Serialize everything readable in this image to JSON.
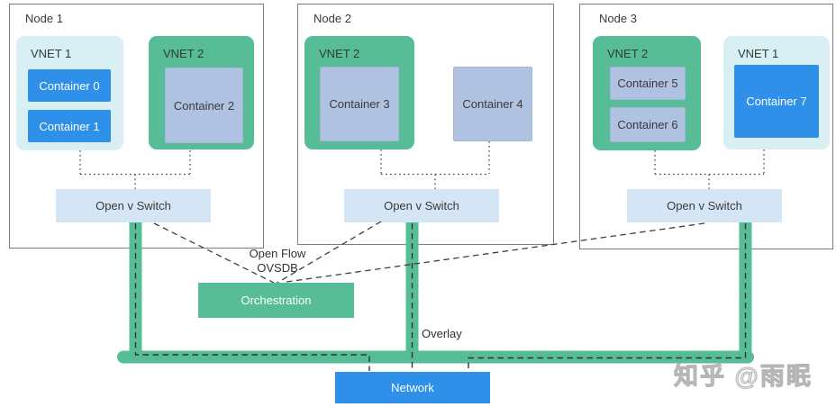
{
  "nodes": [
    {
      "label": "Node 1",
      "vnets": [
        {
          "name": "VNET 1",
          "containers": [
            "Container 0",
            "Container 1"
          ]
        },
        {
          "name": "VNET 2",
          "containers": [
            "Container 2"
          ]
        }
      ],
      "switch_label": "Open v Switch"
    },
    {
      "label": "Node 2",
      "vnets": [
        {
          "name": "VNET 2",
          "containers": [
            "Container 3"
          ]
        }
      ],
      "loose_containers": [
        "Container 4"
      ],
      "switch_label": "Open v Switch"
    },
    {
      "label": "Node 3",
      "vnets": [
        {
          "name": "VNET 2",
          "containers": [
            "Container 5",
            "Container 6"
          ]
        },
        {
          "name": "VNET 1",
          "containers": [
            "Container 7"
          ]
        }
      ],
      "switch_label": "Open v Switch"
    }
  ],
  "control_plane": {
    "orchestration_label": "Orchestration",
    "protocol_labels": [
      "Open Flow",
      "OVSDB"
    ]
  },
  "overlay_label": "Overlay",
  "network_label": "Network",
  "watermark": "知乎 @雨眠",
  "colors": {
    "vnet1_bg": "#d8f0f3",
    "vnet2_bg": "#56bd96",
    "container_blue": "#2f90ea",
    "container_periwinkle": "#b0c2e1",
    "switch_bg": "#d4e6f6",
    "orchestration_bg": "#56bd96",
    "network_bg": "#2f90ea",
    "overlay_line": "#56bd96",
    "node_border": "#7d7d7d",
    "dash_line": "#3a3a3a"
  }
}
